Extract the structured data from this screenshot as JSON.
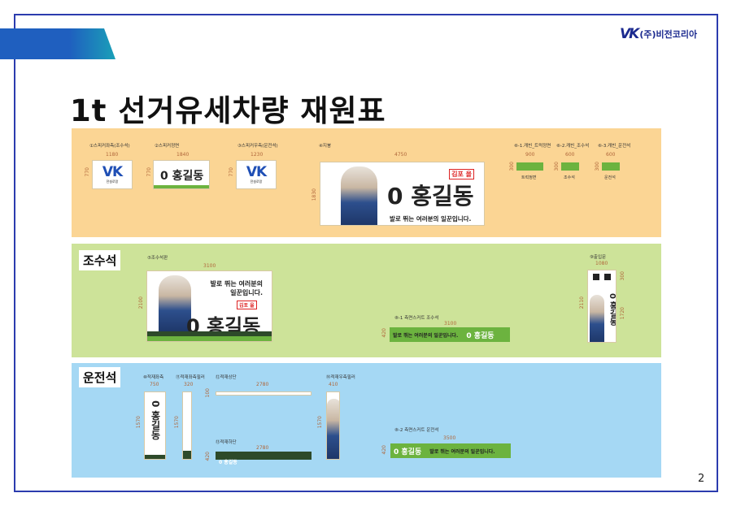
{
  "header": {
    "logo_mark": "VK",
    "company": "(주)비전코리아",
    "title": "1t 선거유세차량 재원표",
    "page_number": "2"
  },
  "top_panel": {
    "items": [
      {
        "label": "①스피커좌측(조수석)",
        "width": "1180",
        "height": "770",
        "content": "VK 전설로망"
      },
      {
        "label": "②스피커정면",
        "width": "1840",
        "height": "770",
        "content": "0 홍길동"
      },
      {
        "label": "③스피커우측(운전석)",
        "width": "1230",
        "height": "770",
        "content": "VK 전설로망"
      },
      {
        "label": "④지붕",
        "width": "4750",
        "height": "1830",
        "name": "0 홍길동",
        "slogan": "발로 뛰는 여러분의 일꾼입니다.",
        "region": "김포 을"
      },
      {
        "label": "⑥-1.캐빈_트럭정면",
        "width": "900",
        "height": "300",
        "caption": "트럭정면"
      },
      {
        "label": "⑥-2.캐빈_조수석",
        "width": "600",
        "height": "300",
        "caption": "조수석"
      },
      {
        "label": "⑥-3.캐빈_운전석",
        "width": "600",
        "height": "300",
        "caption": "운전석"
      }
    ]
  },
  "passenger_panel": {
    "section": "조수석",
    "items": [
      {
        "label": "⑤조수석판",
        "width": "3100",
        "height": "2100",
        "slogan": "발로 뛰는 여러분의 일꾼입니다.",
        "name": "0 홍길동",
        "region": "김포 을"
      },
      {
        "label": "⑧-1 측면스커트 조수석",
        "width": "3100",
        "height": "420",
        "slogan": "발로 뛰는 여러분의 일꾼입니다.",
        "name": "0 홍길동"
      },
      {
        "label": "⑨출입문",
        "width": "1080",
        "height": "2110",
        "top_height": "300",
        "bottom_height": "1720",
        "name": "0 홍길동"
      }
    ]
  },
  "driver_panel": {
    "section": "운전석",
    "items": [
      {
        "label": "⑩적재좌측",
        "width": "750",
        "height": "1570",
        "name": "0 홍길동"
      },
      {
        "label": "⑪적재좌측필러",
        "width": "320",
        "height": "1570"
      },
      {
        "label": "⑫적재상단",
        "width": "2780",
        "height": "100"
      },
      {
        "label": "⑬적재하단",
        "width": "2780",
        "height": "420",
        "name": "0 홍길동"
      },
      {
        "label": "⑭적재우측필러",
        "width": "410",
        "height": "1570"
      },
      {
        "label": "⑧-2 측면스커트 운전석",
        "width": "3500",
        "height": "420",
        "name": "0 홍길동",
        "slogan": "발로 뛰는 여러분의 일꾼입니다."
      }
    ]
  }
}
